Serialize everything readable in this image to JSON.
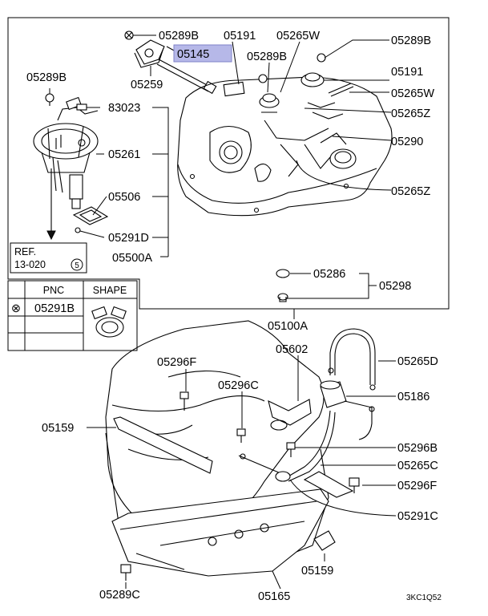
{
  "diagram_code": "3KC1Q52",
  "highlight_color": "#b6b8e8",
  "labels": {
    "p05289B_a": "05289B",
    "p05191_a": "05191",
    "p05265W_a": "05265W",
    "p05289B_b": "05289B",
    "p05145": "05145",
    "p05289B_c": "05289B",
    "p05191_b": "05191",
    "p05259": "05259",
    "p05289B_d": "05289B",
    "p05265W_b": "05265W",
    "p83023": "83023",
    "p05265Z_a": "05265Z",
    "p05261": "05261",
    "p05290": "05290",
    "p05506": "05506",
    "p05265Z_b": "05265Z",
    "p05291D": "05291D",
    "p05500A": "05500A",
    "p05286": "05286",
    "p05298": "05298",
    "p05100A": "05100A",
    "p05602": "05602",
    "p05265D": "05265D",
    "p05296F_a": "05296F",
    "p05296C": "05296C",
    "p05186": "05186",
    "p05159_a": "05159",
    "p05296B": "05296B",
    "p05265C": "05265C",
    "p05296F_b": "05296F",
    "p05291C": "05291C",
    "p05159_b": "05159",
    "p05289C": "05289C",
    "p05165": "05165"
  },
  "ref": {
    "line1": "REF.",
    "line2": "13-020",
    "circled": "5"
  },
  "shape_table": {
    "col_pnc": "PNC",
    "col_shape": "SHAPE",
    "marker": "⊗",
    "row_pnc": "05291B"
  }
}
